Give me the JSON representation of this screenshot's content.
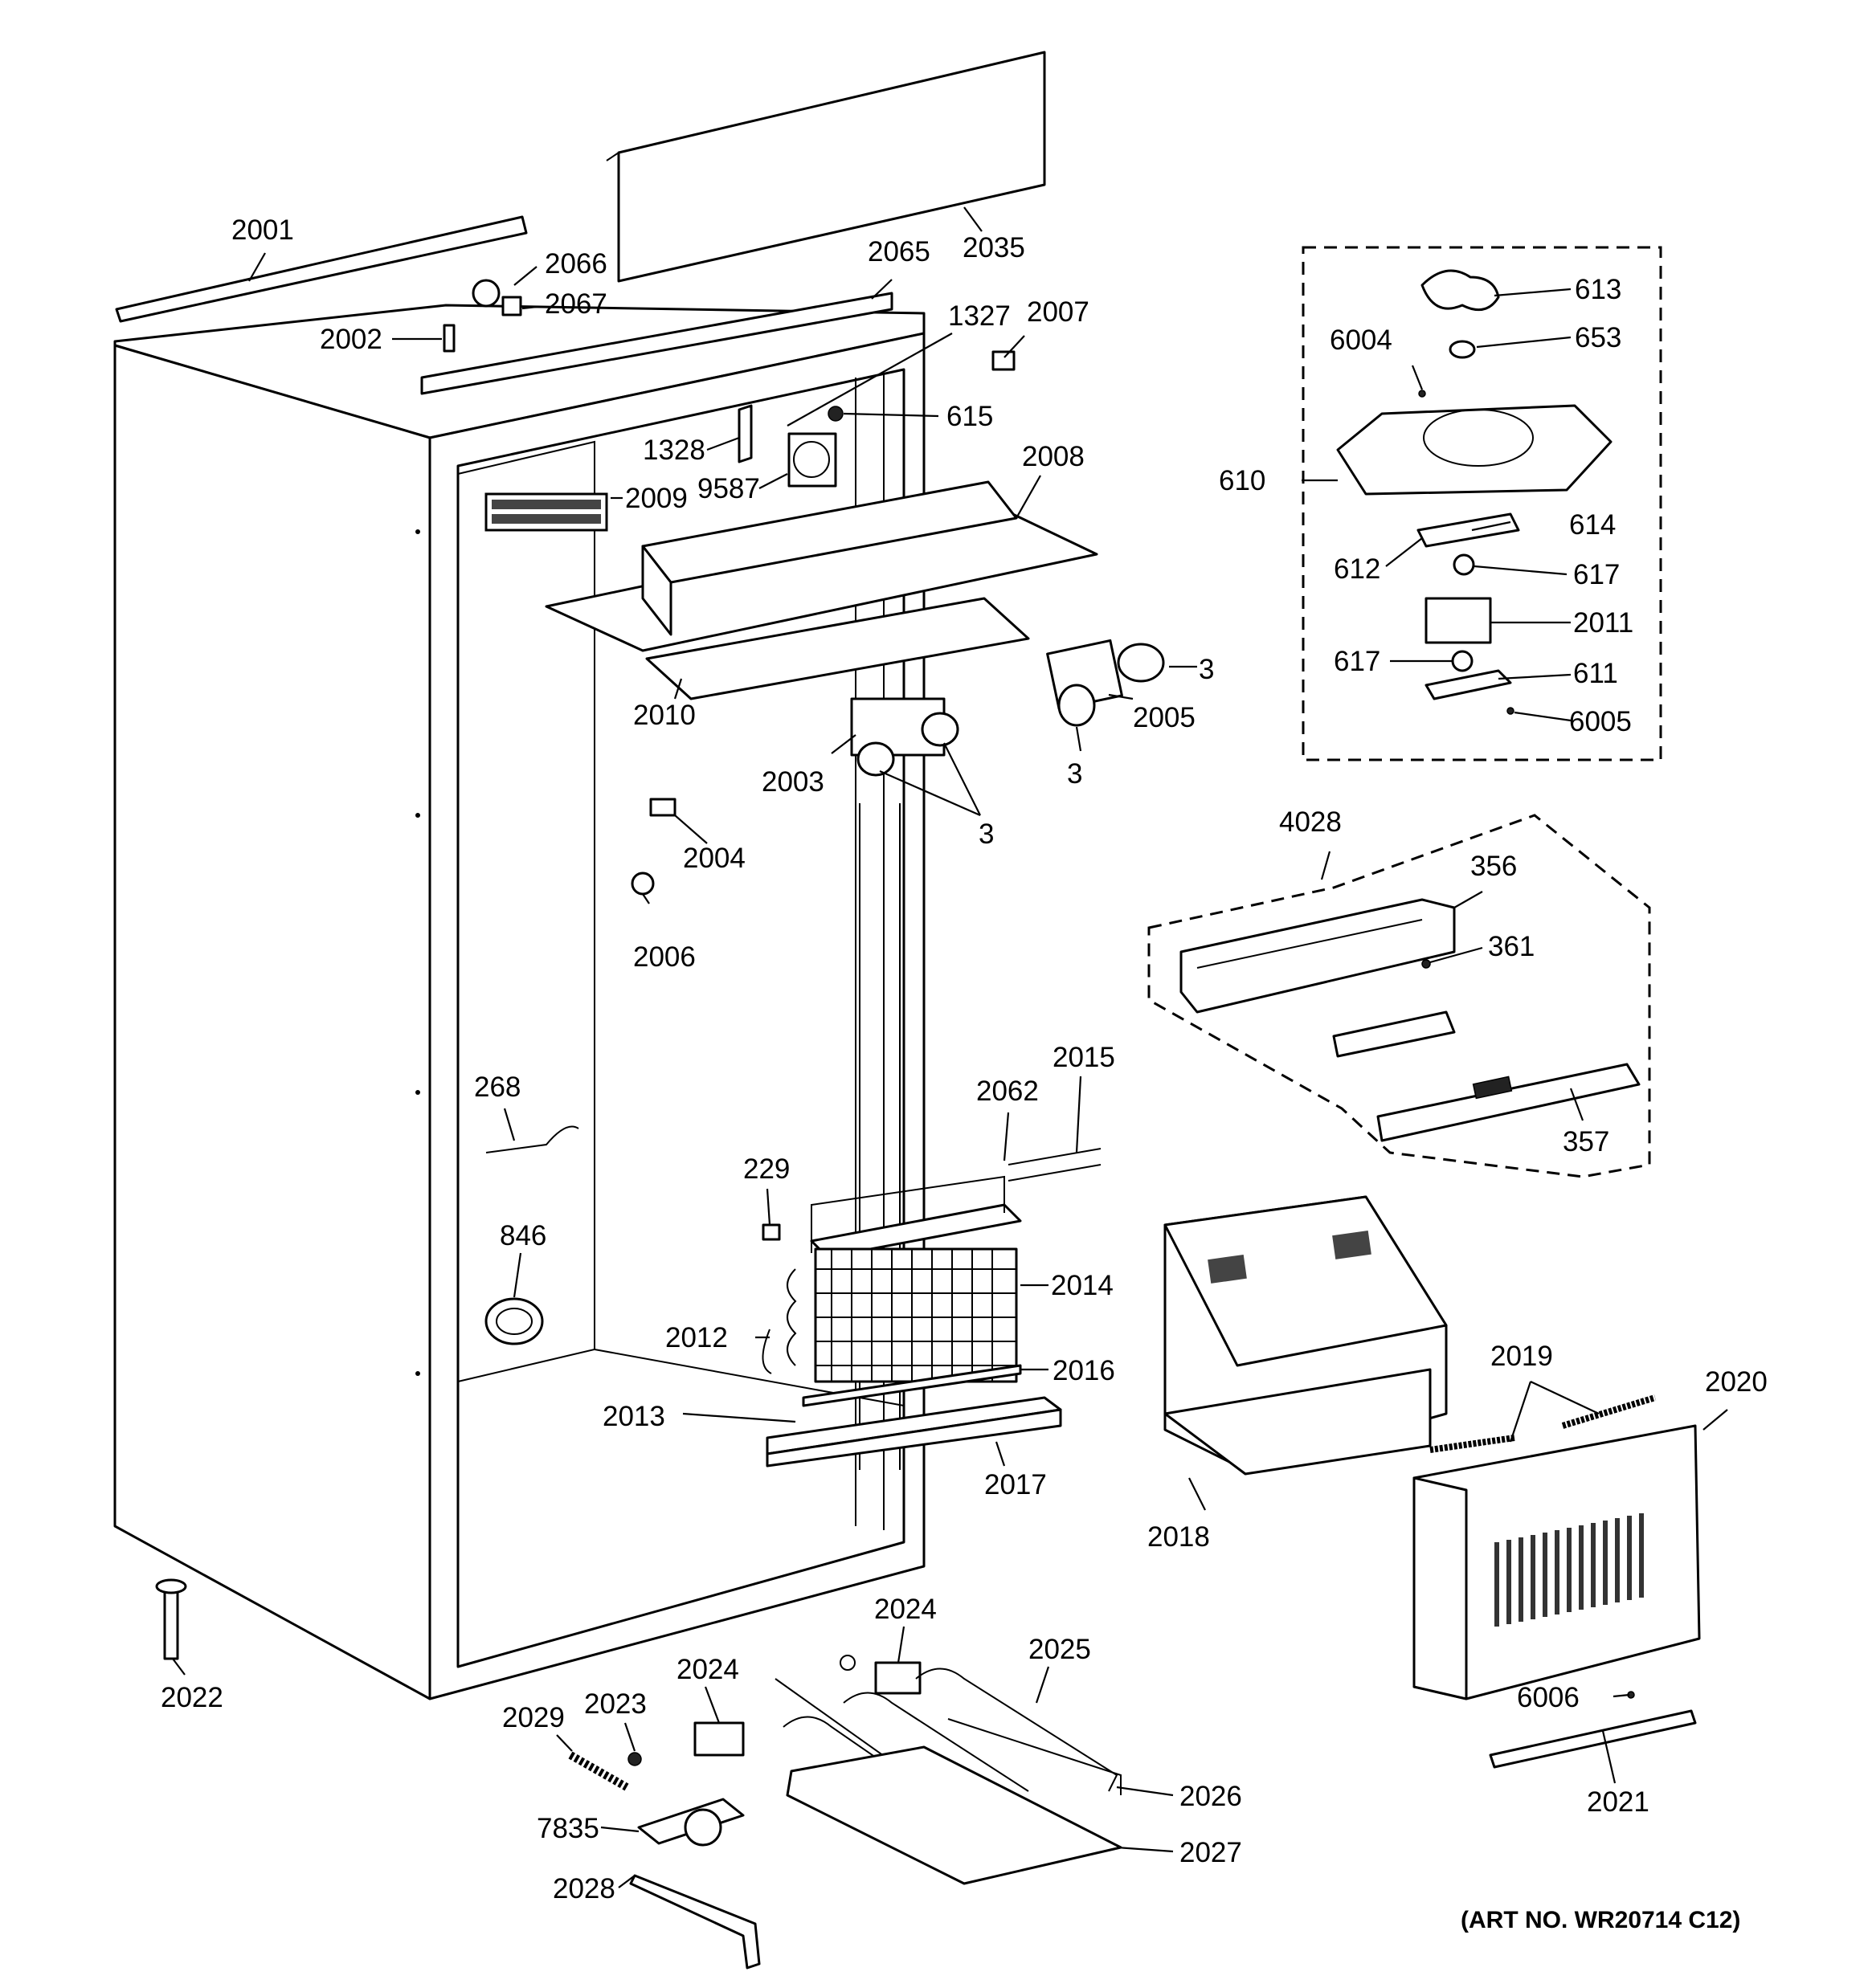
{
  "labels": {
    "l2001": "2001",
    "l2066": "2066",
    "l2067": "2067",
    "l2002": "2002",
    "l2035": "2035",
    "l2065": "2065",
    "l1327": "1327",
    "l2007": "2007",
    "l615": "615",
    "l1328": "1328",
    "l9587": "9587",
    "l2009": "2009",
    "l2008": "2008",
    "l2010": "2010",
    "l2005": "2005",
    "l3a": "3",
    "l3b": "3",
    "l3c": "3",
    "l2003": "2003",
    "l2004": "2004",
    "l2006": "2006",
    "l268": "268",
    "l846": "846",
    "l229": "229",
    "l2062": "2062",
    "l2015": "2015",
    "l2014": "2014",
    "l2012": "2012",
    "l2016": "2016",
    "l2013": "2013",
    "l2017": "2017",
    "l2022": "2022",
    "l2029": "2029",
    "l2023": "2023",
    "l2024a": "2024",
    "l2024b": "2024",
    "l2025": "2025",
    "l2026": "2026",
    "l7835": "7835",
    "l2027": "2027",
    "l2028": "2028",
    "l613": "613",
    "l6004": "6004",
    "l653": "653",
    "l610": "610",
    "l614": "614",
    "l612": "612",
    "l617a": "617",
    "l2011": "2011",
    "l617b": "617",
    "l611": "611",
    "l6005": "6005",
    "l4028": "4028",
    "l356": "356",
    "l361": "361",
    "l357": "357",
    "l2018": "2018",
    "l2019": "2019",
    "l2020": "2020",
    "l6006": "6006",
    "l2021": "2021"
  },
  "art_number": "(ART NO. WR20714 C12)"
}
